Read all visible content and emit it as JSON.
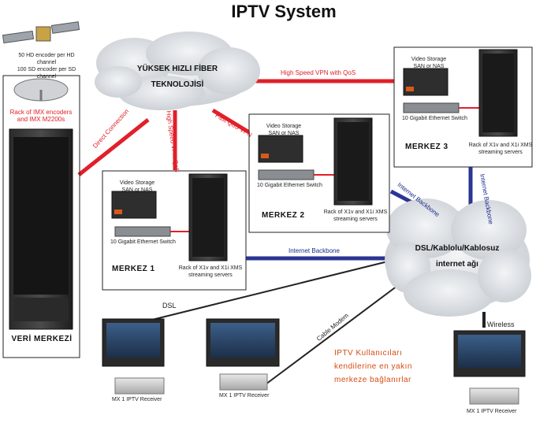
{
  "title": "IPTV System",
  "satellite": {
    "caption_line1": "50 HD encoder per HD channel",
    "caption_line2": "100 SD encoder per SD channel"
  },
  "data_center": {
    "encoders_label_line1": "Rack of IMX encoders",
    "encoders_label_line2": "and IMX M2200s",
    "name": "VERİ MERKEZİ"
  },
  "fiber_cloud": {
    "line1": "YÜKSEK HIZLI FİBER",
    "line2": "TEKNOLOJİSİ"
  },
  "internet_cloud": {
    "line1": "DSL/Kablolu/Kablosuz",
    "line2": "internet ağı"
  },
  "links": {
    "direct_connection": "Direct Connection",
    "hs_vpn_qos_vertical": "High Speed VPN QoS",
    "fast_qos_vpn": "Fast QoS VPN",
    "hs_vpn_with_qos": "High Speed VPN with QoS",
    "internet_backbone_1": "Internet Backbone",
    "internet_backbone_2": "Internet Backbone",
    "internet_backbone_3": "Internet Backbone",
    "dsl": "DSL",
    "cable_modem": "Cable Modem",
    "wireless": "Wireless"
  },
  "centers": [
    {
      "name": "MERKEZ 1",
      "storage_line1": "Video Storage",
      "storage_line2": "SAN or NAS",
      "switch_label": "10 Gigabit Ethernet Switch",
      "rack_line1": "Rack of X1v and X1i XMS",
      "rack_line2": "streaming servers"
    },
    {
      "name": "MERKEZ 2",
      "storage_line1": "Video Storage",
      "storage_line2": "SAN or NAS",
      "switch_label": "10 Gigabit Ethernet Switch",
      "rack_line1": "Rack of X1v and X1i XMS",
      "rack_line2": "streaming servers"
    },
    {
      "name": "MERKEZ 3",
      "storage_line1": "Video Storage",
      "storage_line2": "SAN or NAS",
      "switch_label": "10 Gigabit Ethernet Switch",
      "rack_line1": "Rack of X1v and X1i XMS",
      "rack_line2": "streaming servers"
    }
  ],
  "receivers": [
    {
      "label": "MX 1 IPTV Receiver"
    },
    {
      "label": "MX 1 IPTV Receiver"
    },
    {
      "label": "MX 1 IPTV Receiver"
    }
  ],
  "note": {
    "line1": "IPTV Kullanıcıları",
    "line2": "kendilerine en yakın",
    "line3": "merkeze bağlanırlar"
  },
  "colors": {
    "fiber_link": "#e0202a",
    "backbone_link": "#2a3594",
    "user_link": "#222222",
    "cloud": "#d7dbe0",
    "note_text": "#d64a12"
  }
}
